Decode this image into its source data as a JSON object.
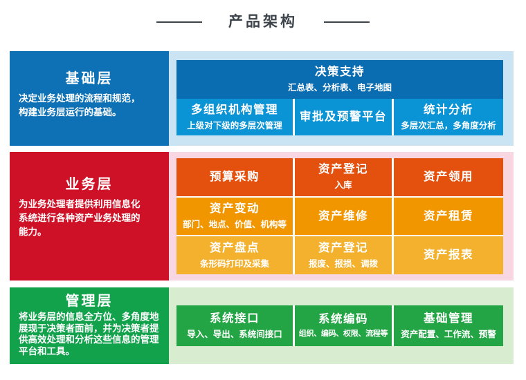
{
  "page_title": "产品架构",
  "colors": {
    "title_text": "#3d434b",
    "blue_panel": "#0e71b5",
    "blue_featured": "#0b6db1",
    "blue_cell": "#0a93d5",
    "blue_band": "#cbe4f4",
    "red_panel": "#ce1126",
    "red_band": "#f8d6e2",
    "biz_row1": "#e4500e",
    "biz_row2": "#f29600",
    "biz_row3": "#f4b12d",
    "green_panel": "#12a24c",
    "green_band": "#d8ecd0",
    "green_cell": "#23a545"
  },
  "layers": [
    {
      "name": "基础层",
      "description": "决定业务处理的流程和规范，\n构建业务层运行的基础。",
      "featured": {
        "title": "决策支持",
        "subtitle": "汇总表、分析表、电子地图"
      },
      "cells": [
        {
          "title": "多组织机构管理",
          "subtitle": "上级对下级的多层次管理"
        },
        {
          "title": "审批及预警平台"
        },
        {
          "title": "统计分析",
          "subtitle": "多层次汇总，多角度分析"
        }
      ]
    },
    {
      "name": "业务层",
      "description": "为业务处理者提供利用信息化\n系统进行各种资产业务处理的\n能力。",
      "rows": [
        [
          {
            "title": "预算采购"
          },
          {
            "title": "资产登记",
            "subtitle": "入库"
          },
          {
            "title": "资产领用"
          }
        ],
        [
          {
            "title": "资产变动",
            "subtitle": "部门、地点、价值、机构等"
          },
          {
            "title": "资产维修"
          },
          {
            "title": "资产租赁"
          }
        ],
        [
          {
            "title": "资产盘点",
            "subtitle": "条形码打印及采集"
          },
          {
            "title": "资产登记",
            "subtitle": "报废、报损、调拨"
          },
          {
            "title": "资产报表"
          }
        ]
      ]
    },
    {
      "name": "管理层",
      "description": "将业务层的信息全方位、多角度地\n展现于决策者面前，并为决策者提\n供高效处理和分析这些信息的管理\n平台和工具。",
      "cells": [
        {
          "title": "系统接口",
          "subtitle": "导入、导出、系统间接口"
        },
        {
          "title": "系统编码",
          "subtitle": "组织、编码、权限、流程等"
        },
        {
          "title": "基础管理",
          "subtitle": "资产配置、工作流、预警"
        }
      ]
    }
  ]
}
